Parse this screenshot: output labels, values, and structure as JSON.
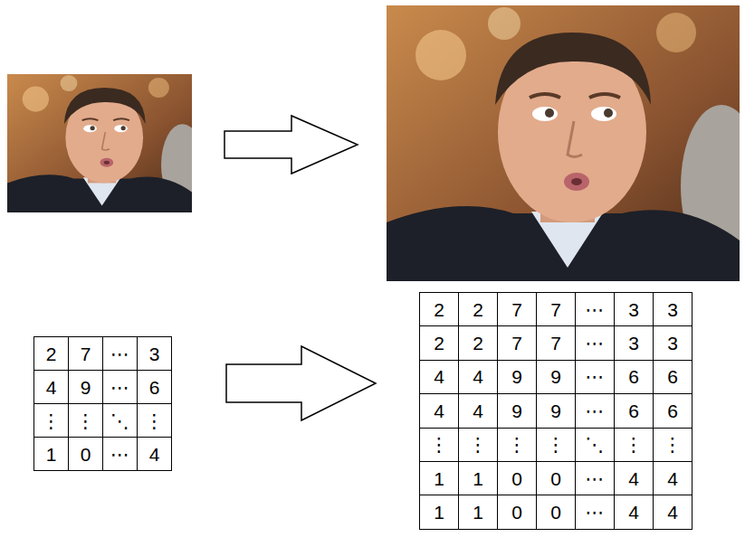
{
  "diagram": {
    "labels": [
      "2",
      "7",
      "⋯",
      "3",
      "4",
      "9",
      "⋯",
      "6",
      "⋮",
      "⋮",
      "⋱",
      "⋮",
      "1",
      "0",
      "⋯",
      "4",
      "2",
      "2",
      "7",
      "7",
      "⋯",
      "3",
      "3",
      "2",
      "2",
      "7",
      "7",
      "⋯",
      "3",
      "3",
      "4",
      "4",
      "9",
      "9",
      "⋯",
      "6",
      "6",
      "4",
      "4",
      "9",
      "9",
      "⋯",
      "6",
      "6",
      "⋮",
      "⋮",
      "⋮",
      "⋮",
      "⋱",
      "⋮",
      "⋮",
      "1",
      "1",
      "0",
      "0",
      "⋯",
      "4",
      "4",
      "1",
      "1",
      "0",
      "0",
      "⋯",
      "4",
      "4"
    ]
  }
}
